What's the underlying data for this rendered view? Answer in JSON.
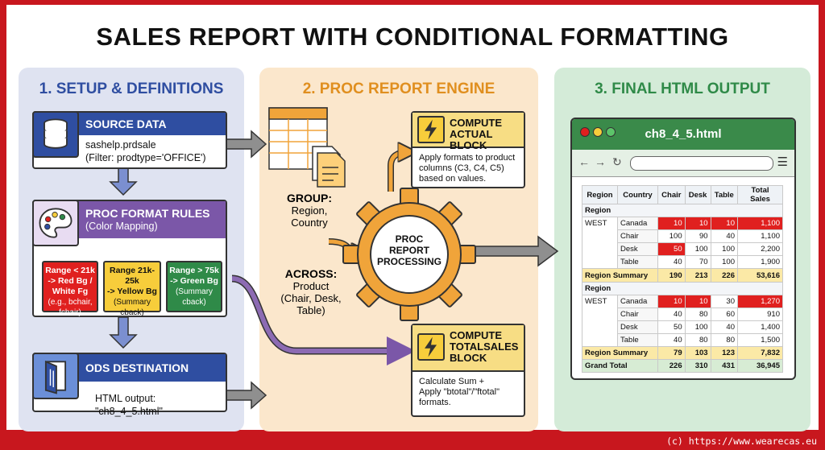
{
  "title": "SALES REPORT WITH CONDITIONAL FORMATTING",
  "footer": "(c) https://www.wearecas.eu",
  "colors": {
    "frame": "#c8171e",
    "blue": "#2f4ea1",
    "purple": "#7b57a8",
    "orange": "#e08f1f",
    "green": "#2f8a48",
    "red": "#e0201f",
    "yellow": "#f7cd3b"
  },
  "setup": {
    "title": "1. SETUP & DEFINITIONS",
    "source": {
      "header": "SOURCE DATA",
      "line1": "sashelp.prdsale",
      "line2": "(Filter: prodtype='OFFICE')",
      "icon": "database-icon"
    },
    "format": {
      "header": "PROC FORMAT RULES",
      "subheader": "(Color Mapping)",
      "icon": "palette-icon",
      "rules": [
        {
          "l1": "Range < 21k",
          "l2": "-> Red Bg /",
          "l3": "White Fg",
          "l4": "(e.g., bchair,",
          "l5": "fchair)"
        },
        {
          "l1": "Range 21k-25k",
          "l2": "-> Yellow Bg",
          "l3": "(Summary",
          "l4": "cback)"
        },
        {
          "l1": "Range > 75k",
          "l2": "-> Green Bg",
          "l3": "(Summary",
          "l4": "cback)"
        }
      ]
    },
    "ods": {
      "header": "ODS DESTINATION",
      "body": "HTML output: \"ch8_4_5.html\"",
      "icon": "door-icon"
    }
  },
  "engine": {
    "title": "2. PROC REPORT ENGINE",
    "group_label": "GROUP:",
    "group_values": [
      "Region,",
      "Country"
    ],
    "across_label": "ACROSS:",
    "across_values": [
      "Product",
      "(Chair, Desk,",
      "Table)"
    ],
    "gear_lines": [
      "PROC",
      "REPORT",
      "PROCESSING"
    ],
    "compute_actual": {
      "title_l1": "COMPUTE",
      "title_l2": "ACTUAL BLOCK",
      "body": [
        "Apply formats to product",
        "columns (C3, C4, C5)",
        "based on values."
      ]
    },
    "compute_total": {
      "title_l1": "COMPUTE",
      "title_l2": "TOTALSALES",
      "title_l3": "BLOCK",
      "body": [
        "Calculate Sum +",
        "Apply \"btotal\"/\"ftotal\"",
        "formats."
      ]
    }
  },
  "output": {
    "title": "3. FINAL HTML OUTPUT",
    "window_title": "ch8_4_5.html",
    "nav": {
      "back": "←",
      "forward": "→",
      "reload": "↻",
      "menu": "☰"
    },
    "headers": [
      "Region",
      "Country",
      "Chair",
      "Desk",
      "Table",
      "Total Sales"
    ],
    "group_label": "Region",
    "groups": [
      {
        "region": "WEST",
        "rows": [
          {
            "country": "Canada",
            "chair": "10",
            "desk": "10",
            "table": "10",
            "total": "1,100"
          },
          {
            "country": "Chair",
            "chair": "100",
            "desk": "90",
            "table": "40",
            "total": "1,100"
          },
          {
            "country": "Desk",
            "chair": "50",
            "desk": "100",
            "table": "100",
            "total": "2,200"
          },
          {
            "country": "Table",
            "chair": "40",
            "desk": "70",
            "table": "100",
            "total": "1,900"
          }
        ],
        "summary": {
          "label": "Region Summary",
          "chair": "190",
          "desk": "213",
          "table": "226",
          "total": "53,616"
        }
      },
      {
        "region": "WEST",
        "rows": [
          {
            "country": "Canada",
            "chair": "10",
            "desk": "10",
            "table": "30",
            "total": "1,270"
          },
          {
            "country": "Chair",
            "chair": "40",
            "desk": "80",
            "table": "60",
            "total": "910"
          },
          {
            "country": "Desk",
            "chair": "50",
            "desk": "100",
            "table": "40",
            "total": "1,400"
          },
          {
            "country": "Table",
            "chair": "40",
            "desk": "80",
            "table": "80",
            "total": "1,500"
          }
        ],
        "summary": {
          "label": "Region Summary",
          "chair": "79",
          "desk": "103",
          "table": "123",
          "total": "7,832"
        }
      }
    ],
    "grand": {
      "label": "Grand Total",
      "chair": "226",
      "desk": "310",
      "table": "431",
      "total": "36,945"
    }
  }
}
